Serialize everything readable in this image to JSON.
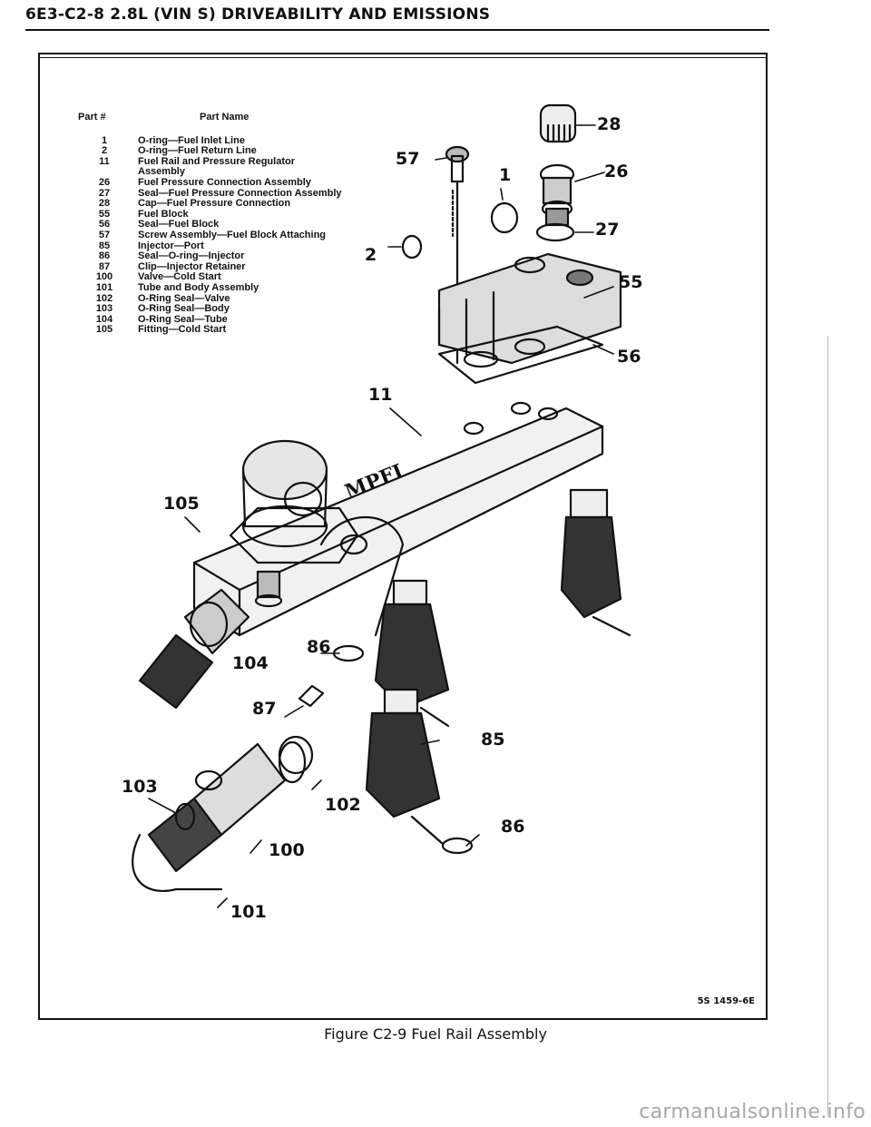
{
  "header": {
    "title": "6E3-C2-8 2.8L (VIN S) DRIVEABILITY AND EMISSIONS"
  },
  "parts_table": {
    "col_number": "Part #",
    "col_name": "Part Name",
    "rows": [
      {
        "num": "1",
        "name": "O-ring—Fuel Inlet Line"
      },
      {
        "num": "2",
        "name": "O-ring—Fuel Return Line"
      },
      {
        "num": "11",
        "name": "Fuel Rail and Pressure Regulator"
      },
      {
        "num": "",
        "name": "Assembly"
      },
      {
        "num": "26",
        "name": "Fuel Pressure Connection Assembly"
      },
      {
        "num": "27",
        "name": "Seal—Fuel Pressure Connection Assembly"
      },
      {
        "num": "28",
        "name": "Cap—Fuel Pressure Connection"
      },
      {
        "num": "55",
        "name": "Fuel Block"
      },
      {
        "num": "56",
        "name": "Seal—Fuel Block"
      },
      {
        "num": "57",
        "name": "Screw Assembly—Fuel Block Attaching"
      },
      {
        "num": "85",
        "name": "Injector—Port"
      },
      {
        "num": "86",
        "name": "Seal—O-ring—Injector"
      },
      {
        "num": "87",
        "name": "Clip—Injector Retainer"
      },
      {
        "num": "100",
        "name": "Valve—Cold Start"
      },
      {
        "num": "101",
        "name": "Tube and Body Assembly"
      },
      {
        "num": "102",
        "name": "O-Ring Seal—Valve"
      },
      {
        "num": "103",
        "name": "O-Ring Seal—Body"
      },
      {
        "num": "104",
        "name": "O-Ring Seal—Tube"
      },
      {
        "num": "105",
        "name": "Fitting—Cold Start"
      }
    ]
  },
  "callouts": {
    "c28": "28",
    "c26": "26",
    "c57": "57",
    "c1": "1",
    "c27": "27",
    "c2": "2",
    "c55": "55",
    "c56": "56",
    "c11": "11",
    "c105": "105",
    "c86a": "86",
    "c104": "104",
    "c87": "87",
    "c85": "85",
    "c103": "103",
    "c102": "102",
    "c86b": "86",
    "c100": "100",
    "c101": "101"
  },
  "rail_logo": "MPFI",
  "figure_id": "5S 1459-6E",
  "caption": "Figure C2-9 Fuel Rail Assembly",
  "watermark": "carmanualsonline.info"
}
